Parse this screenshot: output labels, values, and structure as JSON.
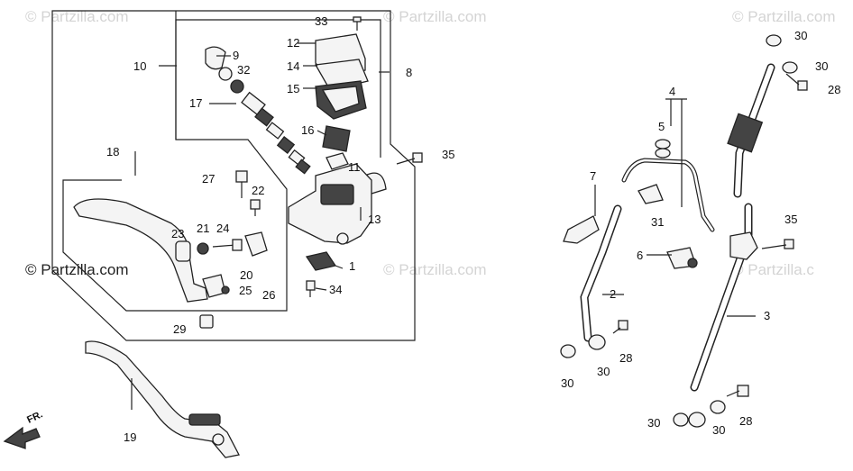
{
  "watermarks": {
    "faint_1": "© Partzilla.com",
    "faint_2": "© Partzilla.com",
    "faint_3": "© Partzilla.com",
    "faint_4": "© Partzilla.com",
    "faint_5": "© Partzilla.c",
    "dark": "© Partzilla.com"
  },
  "direction_label": "FR.",
  "callouts": {
    "c1": "1",
    "c2": "2",
    "c3": "3",
    "c4": "4",
    "c5": "5",
    "c6": "6",
    "c7": "7",
    "c8": "8",
    "c9": "9",
    "c10": "10",
    "c11": "11",
    "c12": "12",
    "c13": "13",
    "c14": "14",
    "c15": "15",
    "c16": "16",
    "c17": "17",
    "c18": "18",
    "c19": "19",
    "c20": "20",
    "c21": "21",
    "c22": "22",
    "c23": "23",
    "c24": "24",
    "c25": "25",
    "c26": "26",
    "c27": "27",
    "c28a": "28",
    "c28b": "28",
    "c28c": "28",
    "c29": "29",
    "c30a": "30",
    "c30b": "30",
    "c30c": "30",
    "c30d": "30",
    "c30e": "30",
    "c30f": "30",
    "c31": "31",
    "c32": "32",
    "c33": "33",
    "c34": "34",
    "c35a": "35",
    "c35b": "35"
  },
  "colors": {
    "line": "#222222",
    "watermark": "#d4d4d4",
    "background": "#ffffff"
  }
}
